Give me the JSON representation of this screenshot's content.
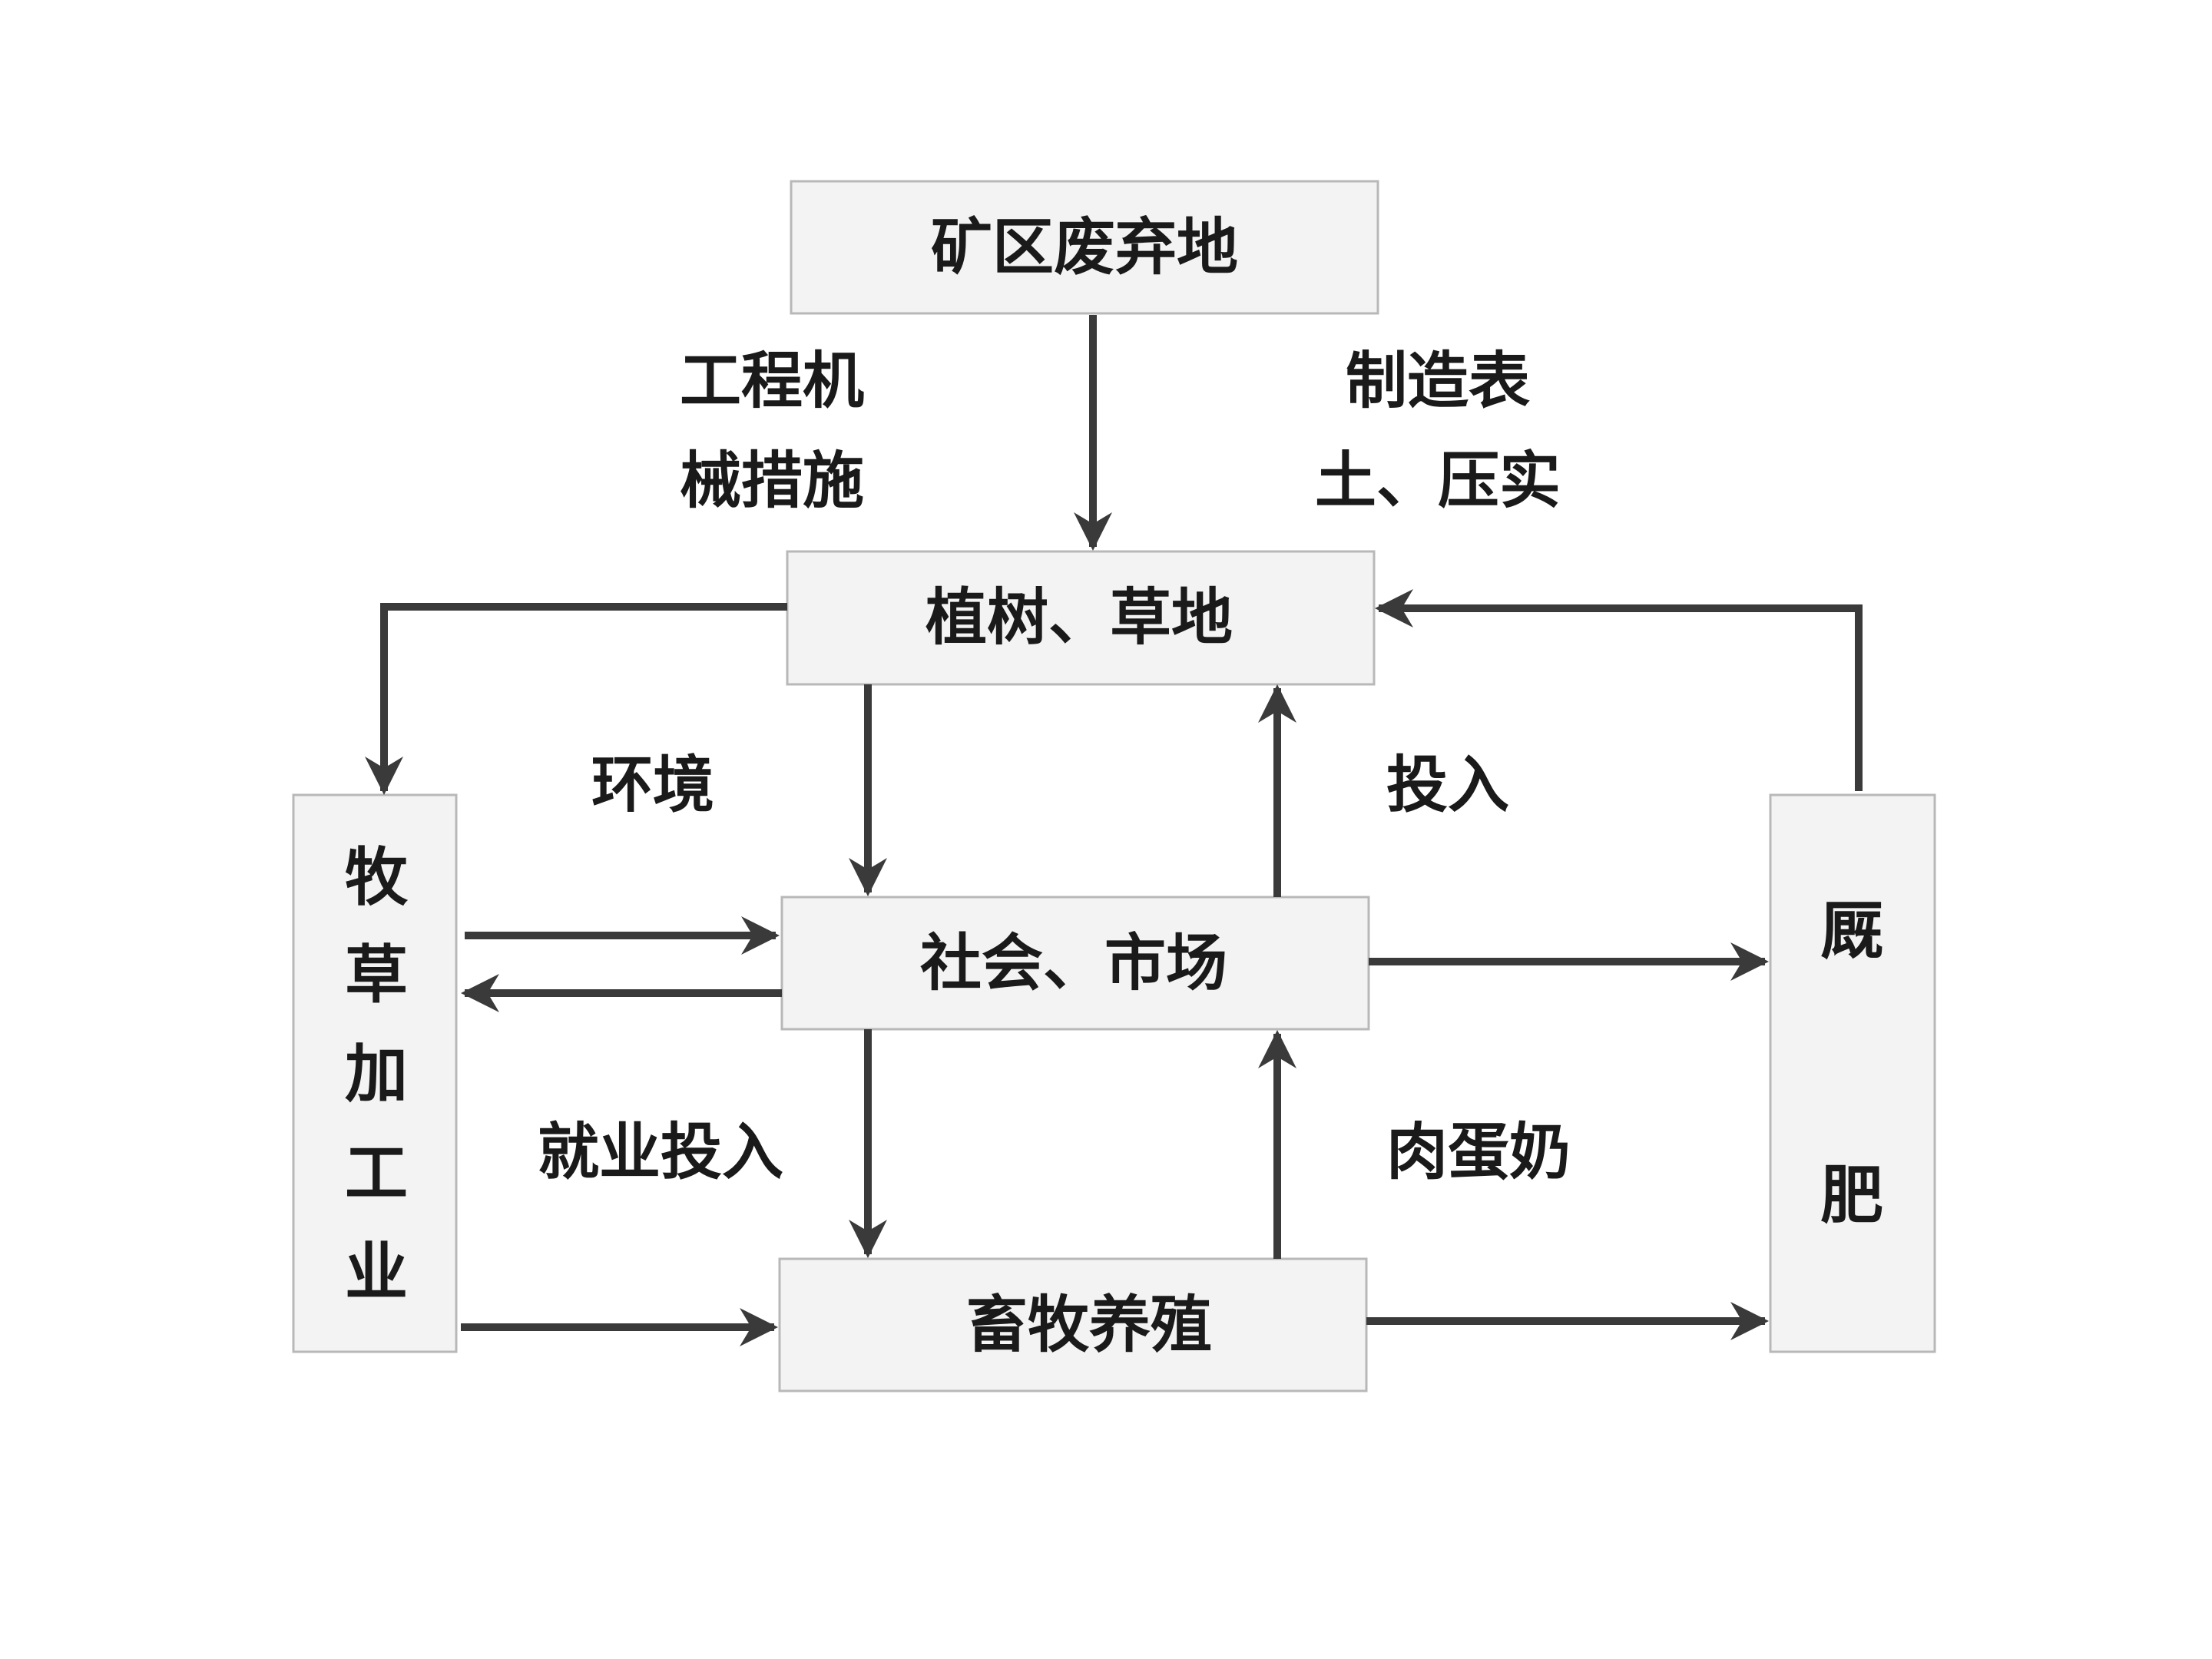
{
  "nodes": {
    "mine_land": "矿区废弃地",
    "trees_grass": "植树、草地",
    "society_market": "社会、市场",
    "livestock": "畜牧养殖",
    "forage_industry": [
      "牧",
      "草",
      "加",
      "工",
      "业"
    ],
    "manure": [
      "厩",
      "肥"
    ]
  },
  "edge_labels": {
    "engineering": [
      "工程机",
      "械措施"
    ],
    "topsoil": [
      "制造表",
      "土、压实"
    ],
    "environment": "环境",
    "investment": "投入",
    "employment": "就业投入",
    "meat_egg_milk": "肉蛋奶"
  },
  "colors": {
    "arrow": "#3a3a3a",
    "box_fill": "#f3f3f3",
    "box_border": "#b8b8b8",
    "text": "#1a1a1a"
  }
}
